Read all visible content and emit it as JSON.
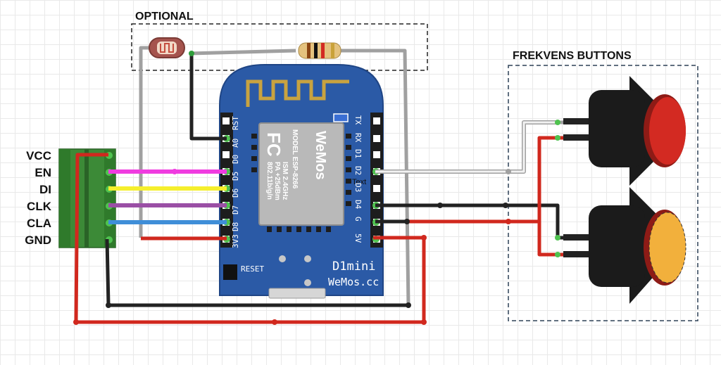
{
  "sections": {
    "optional": "OPTIONAL",
    "buttons": "FREKVENS BUTTONS"
  },
  "connector_labels": [
    "VCC",
    "EN",
    "DI",
    "CLK",
    "CLA",
    "GND"
  ],
  "board": {
    "pins_left": [
      "RST",
      "A0",
      "D0",
      "D5",
      "D6",
      "D7",
      "D8",
      "3V3"
    ],
    "pins_right": [
      "TX",
      "RX",
      "D1",
      "D2",
      "D3",
      "D4",
      "G",
      "5V"
    ],
    "reset_label": "RESET",
    "model_label": "D1mini",
    "site_label": "WeMos.cc",
    "text_label": "Text",
    "chip": {
      "brand": "WeMos",
      "fcc": "FC",
      "model_line": "MODEL  ESP-8266",
      "ism_line": "ISM 2.4GHz",
      "pa_line": "PA +25dBm",
      "wifi_line": "802.11b/g/n"
    }
  },
  "colors": {
    "board": "#2b5aa6",
    "wire_red": "#d1281e",
    "wire_black": "#222222",
    "wire_gray": "#a0a0a0",
    "wire_magenta": "#f03ce0",
    "wire_yellow": "#f5ef2c",
    "wire_purple": "#9a4fa5",
    "wire_blue": "#3f8ed8",
    "wire_white": "#f2f2f2",
    "button_red": "#d32a22",
    "button_yellow": "#f2b03c",
    "connector_green": "#3c8a37"
  }
}
